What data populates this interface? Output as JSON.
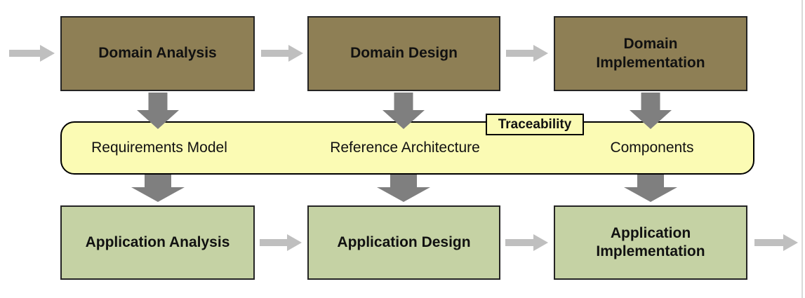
{
  "diagram": {
    "top_row": [
      {
        "label": "Domain Analysis"
      },
      {
        "label": "Domain Design"
      },
      {
        "label": "Domain Implementation"
      }
    ],
    "middle_band": {
      "items": [
        {
          "label": "Requirements Model"
        },
        {
          "label": "Reference Architecture"
        },
        {
          "label": "Components"
        }
      ],
      "tag_label": "Traceability"
    },
    "bottom_row": [
      {
        "label": "Application Analysis"
      },
      {
        "label": "Application Design"
      },
      {
        "label": "Application Implementation"
      }
    ],
    "colors": {
      "brown": "#8e7f55",
      "green": "#c5d2a4",
      "yellow": "#fbfbb4",
      "arrow-dark": "#7f7f7f",
      "arrow-light": "#bfbfbf"
    }
  }
}
